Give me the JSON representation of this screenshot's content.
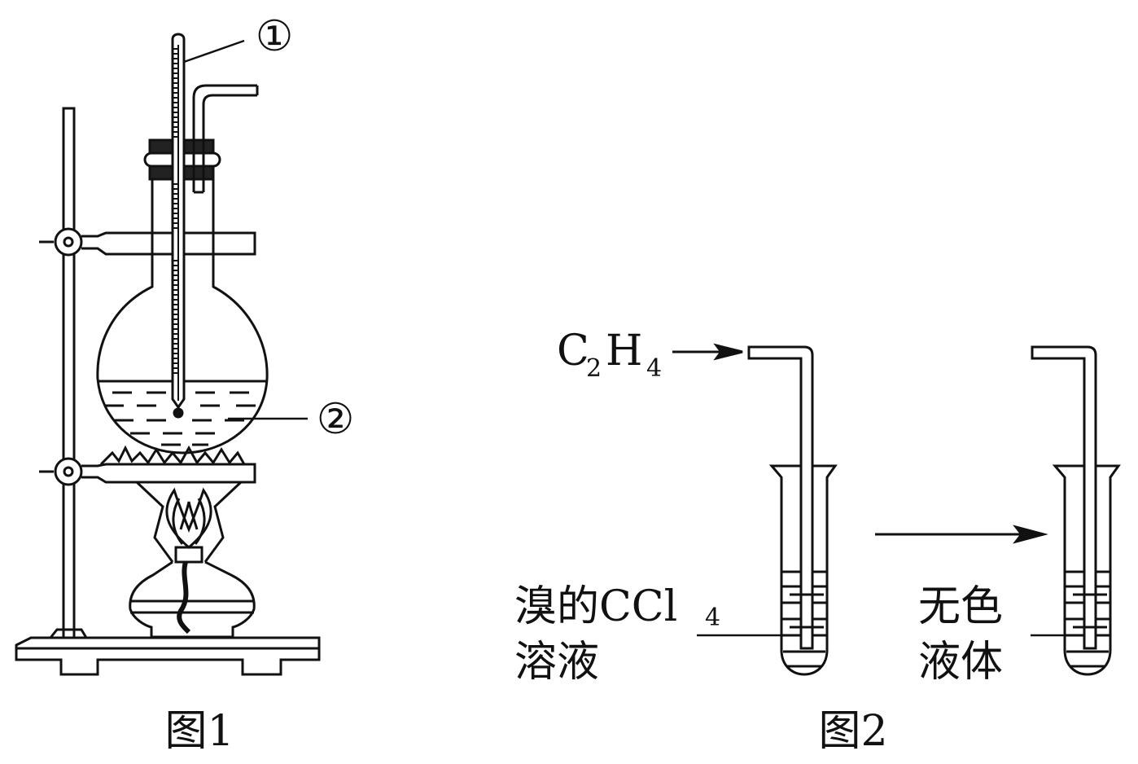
{
  "fig1": {
    "caption": "图1",
    "marker_1": "①",
    "marker_2": "②"
  },
  "fig2": {
    "caption": "图2",
    "gas": {
      "c": "C",
      "c_sub": "2",
      "h": "H",
      "h_sub": "4"
    },
    "left_label": {
      "line1": "溴的CCl",
      "line1_sub": "4",
      "line2": "溶液"
    },
    "right_label": {
      "line1": "无色",
      "line2": "液体"
    }
  }
}
